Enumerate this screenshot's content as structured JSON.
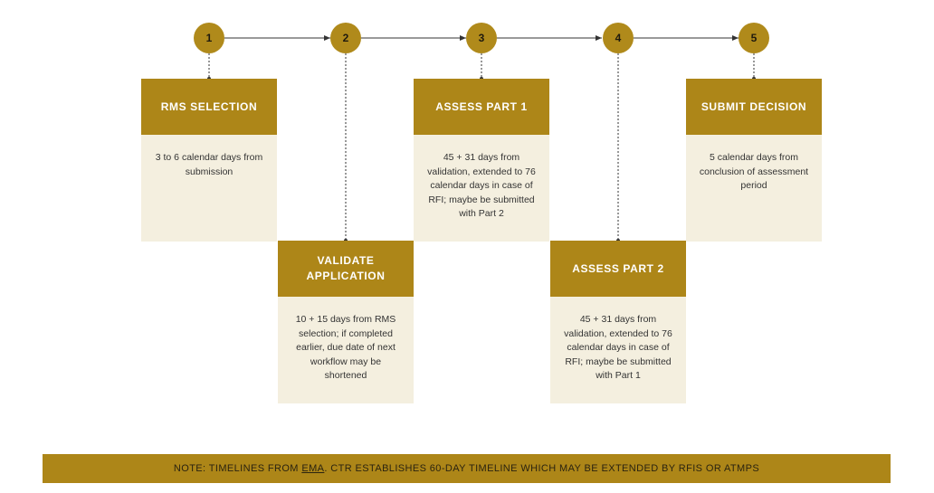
{
  "steps": [
    {
      "number": "1",
      "title": "RMS SELECTION",
      "desc": "3 to 6 calendar days from submission"
    },
    {
      "number": "2",
      "title": "VALIDATE APPLICATION",
      "desc": "10 + 15 days from RMS selection; if completed earlier, due date of next workflow may be shortened"
    },
    {
      "number": "3",
      "title": "ASSESS PART 1",
      "desc": "45 + 31 days from validation, extended to 76 calendar days in case of RFI; maybe be submitted with Part 2"
    },
    {
      "number": "4",
      "title": "ASSESS PART 2",
      "desc": "45 + 31 days from validation, extended to 76 calendar days in case of RFI; maybe be submitted with Part 1"
    },
    {
      "number": "5",
      "title": "SUBMIT DECISION",
      "desc": "5 calendar days from conclusion of assessment period"
    }
  ],
  "note": {
    "prefix": "NOTE: TIMELINES FROM ",
    "link": "EMA",
    "suffix": ". CTR ESTABLISHES 60-DAY TIMELINE WHICH MAY BE EXTENDED BY RFIS OR ATMPS"
  },
  "colors": {
    "accent": "#ad8618",
    "card_body": "#f4efdf"
  }
}
